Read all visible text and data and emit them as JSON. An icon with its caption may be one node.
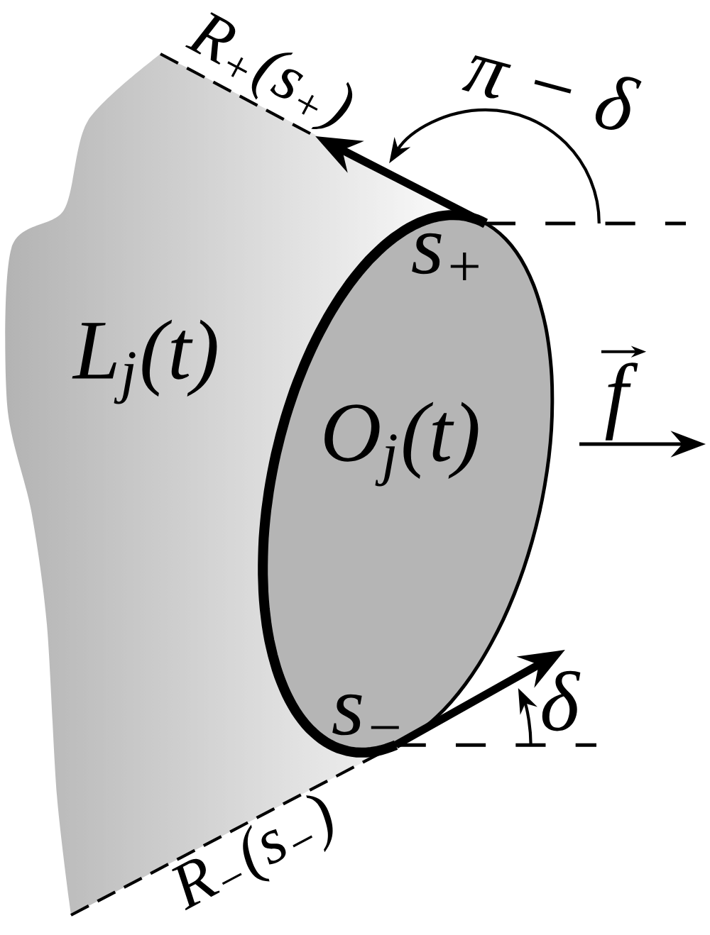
{
  "diagram": {
    "nodes": [
      {
        "text": [
          "L$_{j}$(t)"
        ]
      },
      {
        "text": [
          "O$_{j}$(t)"
        ]
      }
    ],
    "labels": [
      "R$_{+}$(s$_{+}$)",
      "π − δ",
      "s$_{+}$",
      "f",
      "s$_{−}$",
      "δ",
      "R$_{−}$(s$_{−}$)"
    ]
  }
}
